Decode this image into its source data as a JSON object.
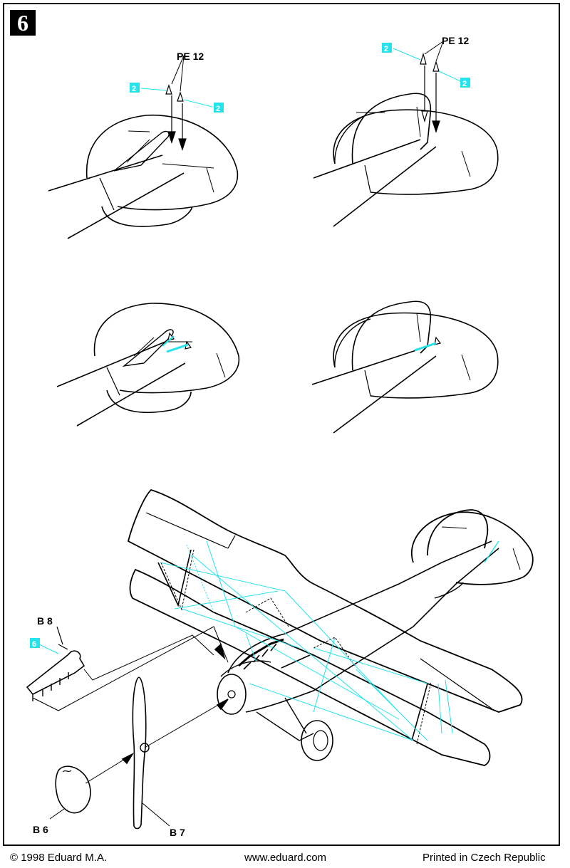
{
  "step": {
    "number": "6"
  },
  "callouts": {
    "top_left": {
      "part": "PE 12",
      "left_number": "2",
      "right_number": "2"
    },
    "top_right": {
      "part": "PE 12",
      "left_number": "2",
      "right_number": "2"
    },
    "rake": {
      "part": "B 8",
      "number": "6"
    },
    "spinner": {
      "part": "B 6"
    },
    "propeller": {
      "part": "B 7"
    }
  },
  "footer": {
    "copyright": "© 1998 Eduard M.A.",
    "website": "www.eduard.com",
    "printed": "Printed in Czech Republic"
  },
  "colors": {
    "ink": "#000000",
    "accent": "#25e3ea"
  }
}
